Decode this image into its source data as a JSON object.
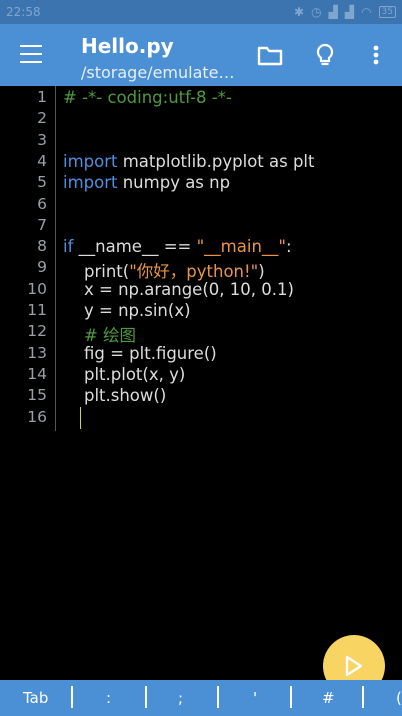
{
  "status_bar": {
    "time": "22:58",
    "battery": "35"
  },
  "app_bar": {
    "title": "Hello.py",
    "subtitle": "/storage/emulate…",
    "icons": [
      "menu-icon",
      "folder-icon",
      "lightbulb-icon",
      "more-vert-icon"
    ]
  },
  "editor": {
    "line_numbers": [
      "1",
      "2",
      "3",
      "4",
      "5",
      "6",
      "7",
      "8",
      "9",
      "10",
      "11",
      "12",
      "13",
      "14",
      "15",
      "16"
    ],
    "lines": [
      {
        "comment": "# -*- coding:utf-8 -*-"
      },
      {},
      {},
      {
        "keyword": "import",
        "text": " matplotlib.pyplot as plt"
      },
      {
        "keyword": "import",
        "text": " numpy as np"
      },
      {},
      {},
      {
        "keyword": "if",
        "text": " __name__ == ",
        "string": "\"__main__\"",
        "text2": ":"
      },
      {
        "indent": "    ",
        "text": "print(",
        "string": "\"你好，python!\"",
        "text2": ")"
      },
      {
        "indent": "    ",
        "text": "x = np.arange(0, 10, 0.1)"
      },
      {
        "indent": "    ",
        "text": "y = np.sin(x)"
      },
      {
        "indent": "    ",
        "comment": "# 绘图"
      },
      {
        "indent": "    ",
        "text": "fig = plt.figure()"
      },
      {
        "indent": "    ",
        "text": "plt.plot(x, y)"
      },
      {
        "indent": "    ",
        "text": "plt.show()"
      },
      {}
    ]
  },
  "run_button": {
    "icon": "play-icon"
  },
  "key_bar": {
    "keys": [
      "Tab",
      ":",
      ";",
      "'",
      "#",
      "("
    ]
  }
}
